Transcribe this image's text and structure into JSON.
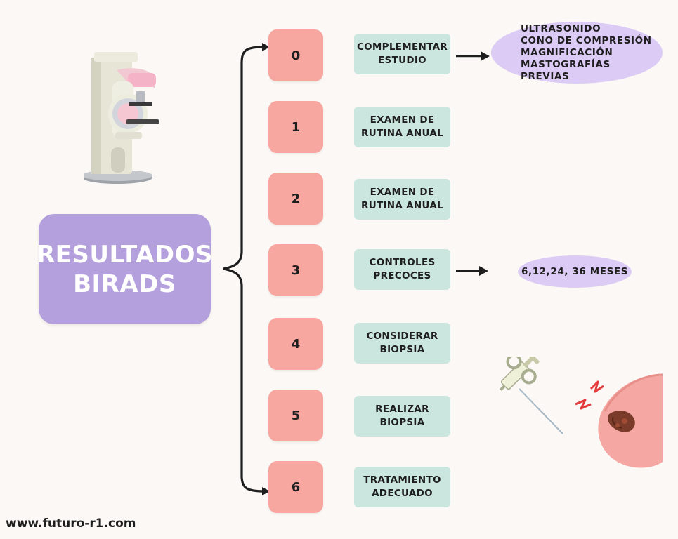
{
  "title": {
    "line1": "RESULTADOS",
    "line2": "BIRADS"
  },
  "categories": [
    {
      "num": "0",
      "lines": [
        "COMPLEMENTAR",
        "ESTUDIO"
      ]
    },
    {
      "num": "1",
      "lines": [
        "EXAMEN DE",
        "RUTINA ANUAL"
      ]
    },
    {
      "num": "2",
      "lines": [
        "EXAMEN DE",
        "RUTINA ANUAL"
      ]
    },
    {
      "num": "3",
      "lines": [
        "CONTROLES",
        "PRECOCES"
      ]
    },
    {
      "num": "4",
      "lines": [
        "CONSIDERAR",
        "BIOPSIA"
      ]
    },
    {
      "num": "5",
      "lines": [
        "REALIZAR",
        "BIOPSIA"
      ]
    },
    {
      "num": "6",
      "lines": [
        "TRATAMIENTO",
        "ADECUADO"
      ]
    }
  ],
  "details": {
    "complementary_studies": [
      "ULTRASONIDO",
      "CONO DE COMPRESIÓN",
      "MAGNIFICACIÓN",
      "MASTOGRAFÍAS PREVIAS"
    ],
    "followup_intervals": "6,12,24, 36 MESES"
  },
  "footer": "www.futuro-r1.com",
  "colors": {
    "background": "#fcf8f5",
    "title_box": "#b3a0dd",
    "number_box": "#f7a7a0",
    "action_box": "#cbe6de",
    "detail_oval": "#dccbf5"
  },
  "illustrations": [
    "mammography-machine-icon",
    "biopsy-needle-icon",
    "breast-lump-icon"
  ]
}
